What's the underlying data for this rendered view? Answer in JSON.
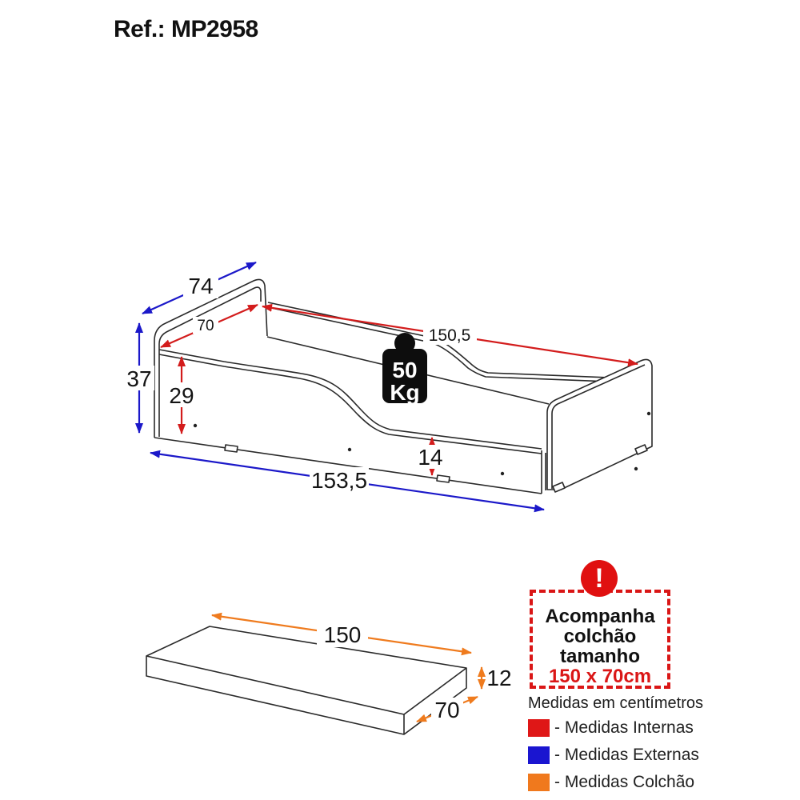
{
  "title": "Ref.: MP2958",
  "bed": {
    "depth_external": "74",
    "depth_internal": "70",
    "height_external": "37",
    "height_internal": "29",
    "length_internal": "150,5",
    "base_height": "14",
    "length_external": "153,5",
    "weight_value": "50",
    "weight_unit": "Kg"
  },
  "mattress": {
    "length": "150",
    "height": "12",
    "width": "70"
  },
  "notice": {
    "icon": "!",
    "line1": "Acompanha",
    "line2": "colchão",
    "line3": "tamanho",
    "size": "150 x 70cm"
  },
  "legend": {
    "header": "Medidas em centímetros",
    "items": [
      {
        "label": "- Medidas Internas",
        "color": "#df1717"
      },
      {
        "label": "- Medidas Externas",
        "color": "#1a15d0"
      },
      {
        "label": "- Medidas Colchão",
        "color": "#f0791d"
      }
    ]
  },
  "colors": {
    "internal_measures": "#d31c1c",
    "external_measures": "#1b18c9",
    "mattress_measures": "#ef7b1e",
    "line_art": "#2a2a2a",
    "weight_badge": "#0d0d0d"
  }
}
